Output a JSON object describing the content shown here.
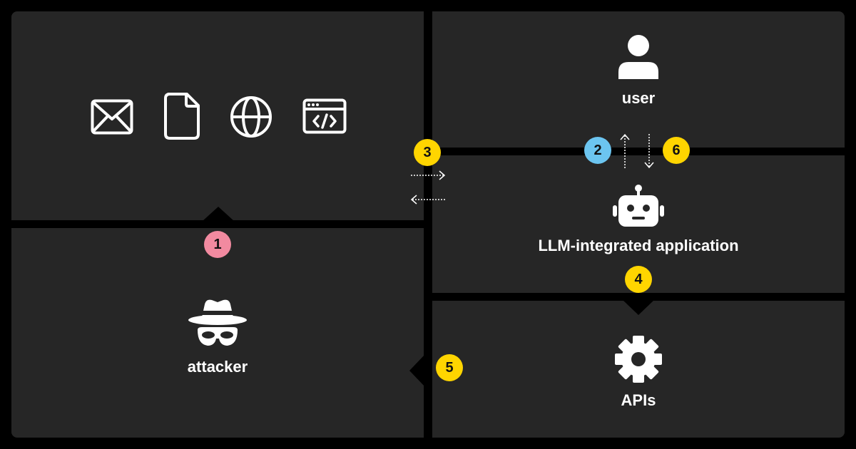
{
  "labels": {
    "user": "user",
    "app": "LLM-integrated application",
    "attacker": "attacker",
    "apis": "APIs"
  },
  "steps": {
    "s1": "1",
    "s2": "2",
    "s3": "3",
    "s4": "4",
    "s5": "5",
    "s6": "6"
  },
  "icons": {
    "sources": [
      "envelope-icon",
      "document-icon",
      "globe-icon",
      "browser-code-icon"
    ],
    "user": "user-icon",
    "app": "robot-icon",
    "attacker": "spy-icon",
    "apis": "gear-icon"
  },
  "colors": {
    "background": "#000000",
    "panel": "#262626",
    "step_yellow": "#FFD500",
    "step_blue": "#6CC5F0",
    "step_pink": "#F28AA0",
    "text": "#FFFFFF"
  }
}
